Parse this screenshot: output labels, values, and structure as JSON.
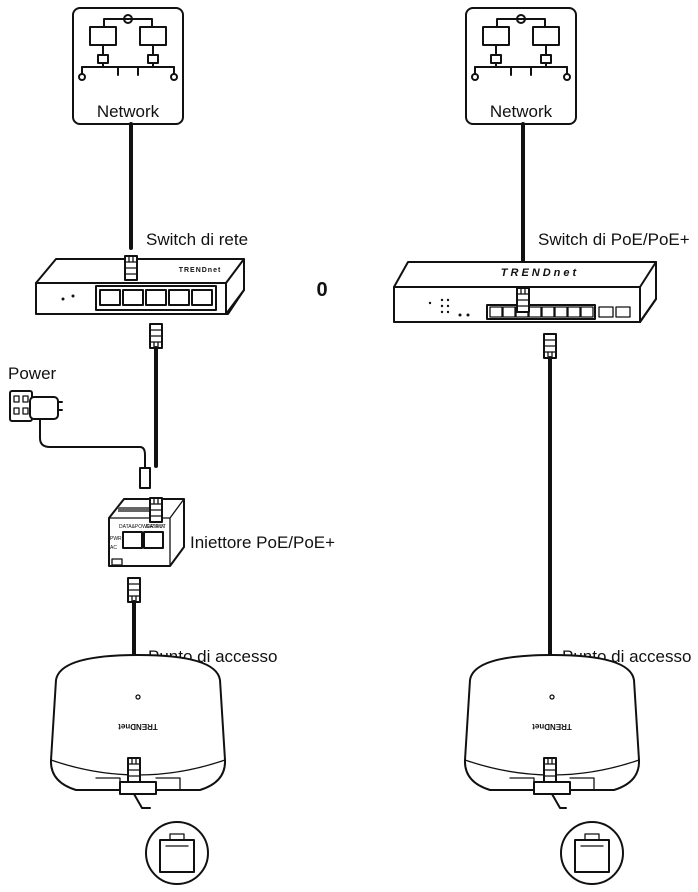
{
  "left": {
    "network_label": "Network",
    "switch_label": "Switch di rete",
    "power_label": "Power",
    "injector_label": "Iniettore PoE/PoE+",
    "injector_port_out": "DATA&POWER OUT",
    "injector_port_in": "DATA IN",
    "injector_pwr": "PWR",
    "injector_ac": "AC",
    "ap_label": "Punto di accesso"
  },
  "divider_label": "0",
  "right": {
    "network_label": "Network",
    "switch_label": "Switch di PoE/PoE+",
    "switch_brand": "TRENDnet",
    "ap_label": "Punto di accesso"
  },
  "brand": "TRENDnet",
  "icons": [
    "network-cloud-icon",
    "ethernet-port-icon",
    "power-adapter-icon",
    "wall-outlet-icon",
    "rj45-connector-icon"
  ]
}
